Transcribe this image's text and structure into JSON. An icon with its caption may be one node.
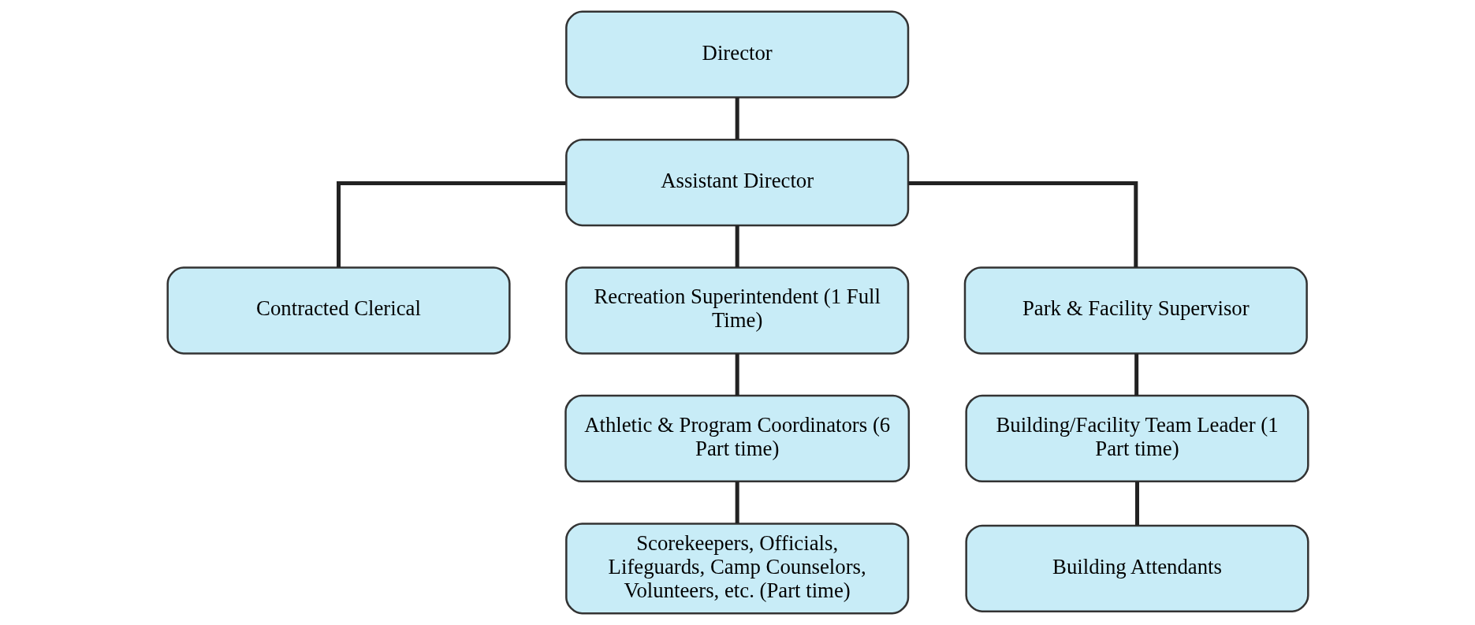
{
  "diagram": {
    "nodes": [
      {
        "text": [
          "Director"
        ]
      },
      {
        "text": [
          "Assistant Director"
        ]
      },
      {
        "text": [
          "Contracted Clerical"
        ]
      },
      {
        "text": [
          "Recreation Superintendent (1 Full Time)"
        ]
      },
      {
        "text": [
          "Park & Facility Supervisor"
        ]
      },
      {
        "text": [
          "Athletic & Program Coordinators (6 Part time)"
        ]
      },
      {
        "text": [
          "Building/Facility Team Leader (1 Part time)"
        ]
      },
      {
        "text": [
          "Scorekeepers, Officials, Lifeguards, Camp Counselors, Volunteers, etc. (Part time)"
        ]
      },
      {
        "text": [
          "Building Attendants"
        ]
      }
    ],
    "edges": [
      {
        "from": 0,
        "to": 1,
        "arrow": "none"
      },
      {
        "from": 1,
        "to": 2,
        "arrow": "none"
      },
      {
        "from": 1,
        "to": 3,
        "arrow": "none"
      },
      {
        "from": 1,
        "to": 4,
        "arrow": "none"
      },
      {
        "from": 3,
        "to": 5,
        "arrow": "none"
      },
      {
        "from": 5,
        "to": 7,
        "arrow": "none"
      },
      {
        "from": 4,
        "to": 6,
        "arrow": "none"
      },
      {
        "from": 6,
        "to": 8,
        "arrow": "none"
      }
    ]
  }
}
